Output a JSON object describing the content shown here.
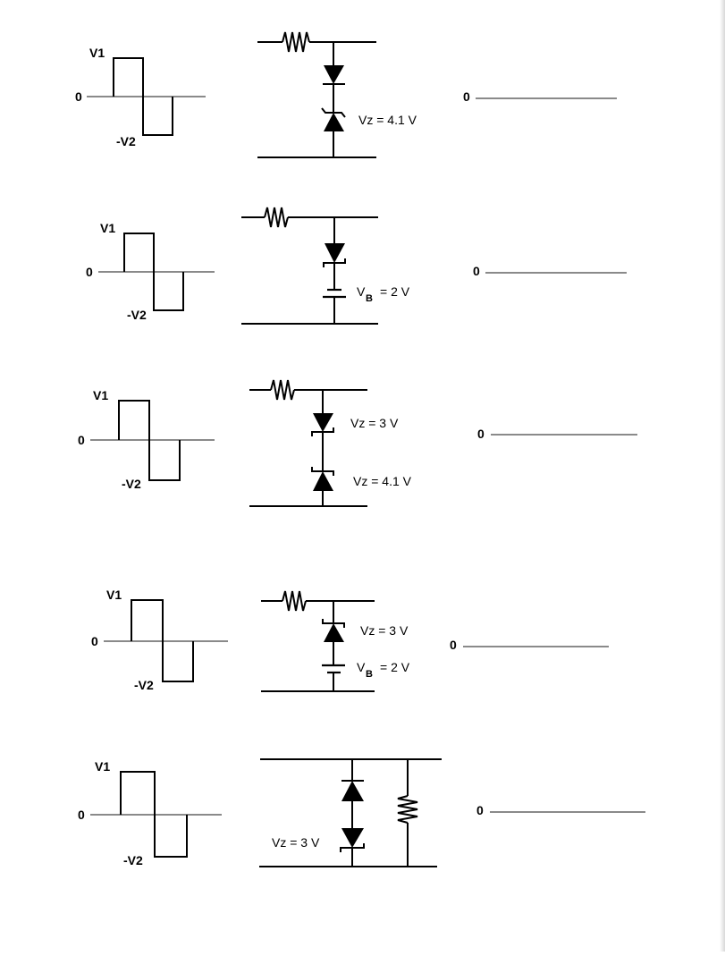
{
  "circuits": [
    {
      "input_waveform": {
        "top_label": "V1",
        "zero_label": "0",
        "bottom_label": "-V2"
      },
      "components": {
        "resistor": "series",
        "element_1": "diode-forward",
        "element_2": "zener-reversed"
      },
      "labels": {
        "zener_1": "Vz = 4.1 V"
      },
      "output": {
        "zero_label": "0"
      }
    },
    {
      "input_waveform": {
        "top_label": "V1",
        "zero_label": "0",
        "bottom_label": "-V2"
      },
      "components": {
        "resistor": "series",
        "element_1": "zener-forward",
        "element_2": "battery"
      },
      "labels": {
        "battery_v": "V",
        "battery_sub": "B",
        "battery_value": "= 2 V"
      },
      "output": {
        "zero_label": "0"
      }
    },
    {
      "input_waveform": {
        "top_label": "V1",
        "zero_label": "0",
        "bottom_label": "-V2"
      },
      "components": {
        "resistor": "series",
        "element_1": "zener-forward",
        "element_2": "zener-reversed"
      },
      "labels": {
        "zener_1": "Vz = 3 V",
        "zener_2": "Vz = 4.1 V"
      },
      "output": {
        "zero_label": "0"
      }
    },
    {
      "input_waveform": {
        "top_label": "V1",
        "zero_label": "0",
        "bottom_label": "-V2"
      },
      "components": {
        "resistor": "series",
        "element_1": "zener-reversed",
        "element_2": "battery"
      },
      "labels": {
        "zener_1": "Vz = 3 V",
        "battery_v": "V",
        "battery_sub": "B",
        "battery_value": "= 2 V"
      },
      "output": {
        "zero_label": "0"
      }
    },
    {
      "input_waveform": {
        "top_label": "V1",
        "zero_label": "0",
        "bottom_label": "-V2"
      },
      "components": {
        "resistor": "shunt",
        "element_1": "diode-reversed",
        "element_2": "zener-forward"
      },
      "labels": {
        "zener_1": "Vz = 3 V"
      },
      "output": {
        "zero_label": "0"
      }
    }
  ]
}
